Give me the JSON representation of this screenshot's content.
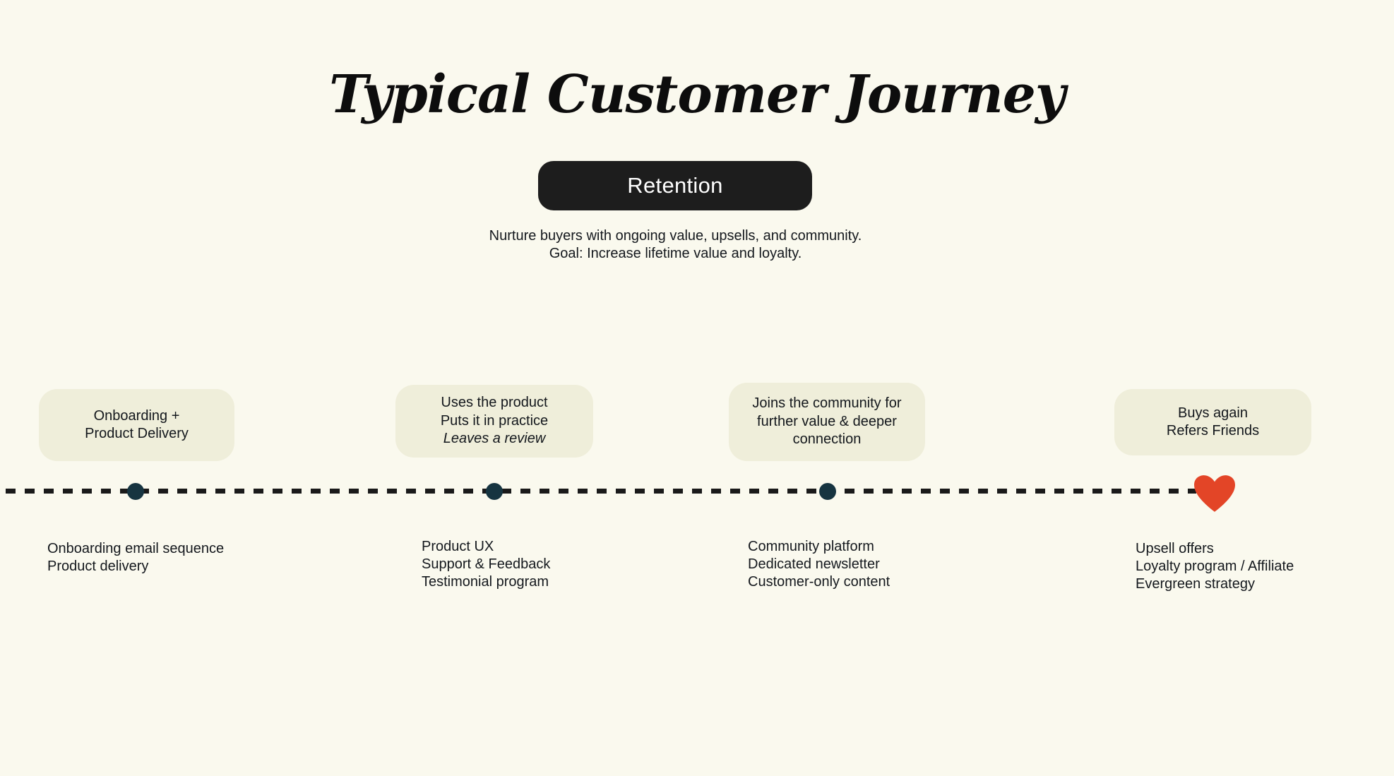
{
  "header": {
    "title": "Typical Customer Journey",
    "stage_badge": "Retention",
    "description_lines": [
      "Nurture buyers with ongoing value, upsells, and community.",
      "Goal: Increase lifetime value and loyalty."
    ]
  },
  "colors": {
    "background": "#faf9ee",
    "stage_card": "#efeeda",
    "badge_background": "#1d1d1d",
    "badge_text": "#ffffff",
    "timeline_dash": "#1a1a1a",
    "timeline_dot": "#163440",
    "heart": "#e34527",
    "text": "#121212"
  },
  "timeline": {
    "dot_count": 3,
    "end_marker_icon": "heart-icon"
  },
  "stages": [
    {
      "box_lines": [
        "Onboarding +",
        "Product Delivery"
      ],
      "notes": [
        "Onboarding email sequence",
        "Product delivery"
      ],
      "marker": "dot"
    },
    {
      "box_lines": [
        "Uses the product",
        "Puts it in practice",
        "Leaves a review"
      ],
      "notes": [
        "Product UX",
        "Support & Feedback",
        "Testimonial program"
      ],
      "marker": "dot"
    },
    {
      "box_lines": [
        "Joins the community for",
        "further value & deeper",
        "connection"
      ],
      "notes": [
        "Community platform",
        "Dedicated newsletter",
        "Customer-only content"
      ],
      "marker": "dot"
    },
    {
      "box_lines": [
        "Buys again",
        "Refers Friends"
      ],
      "notes": [
        "Upsell offers",
        "Loyalty program / Affiliate",
        "Evergreen strategy"
      ],
      "marker": "heart"
    }
  ]
}
